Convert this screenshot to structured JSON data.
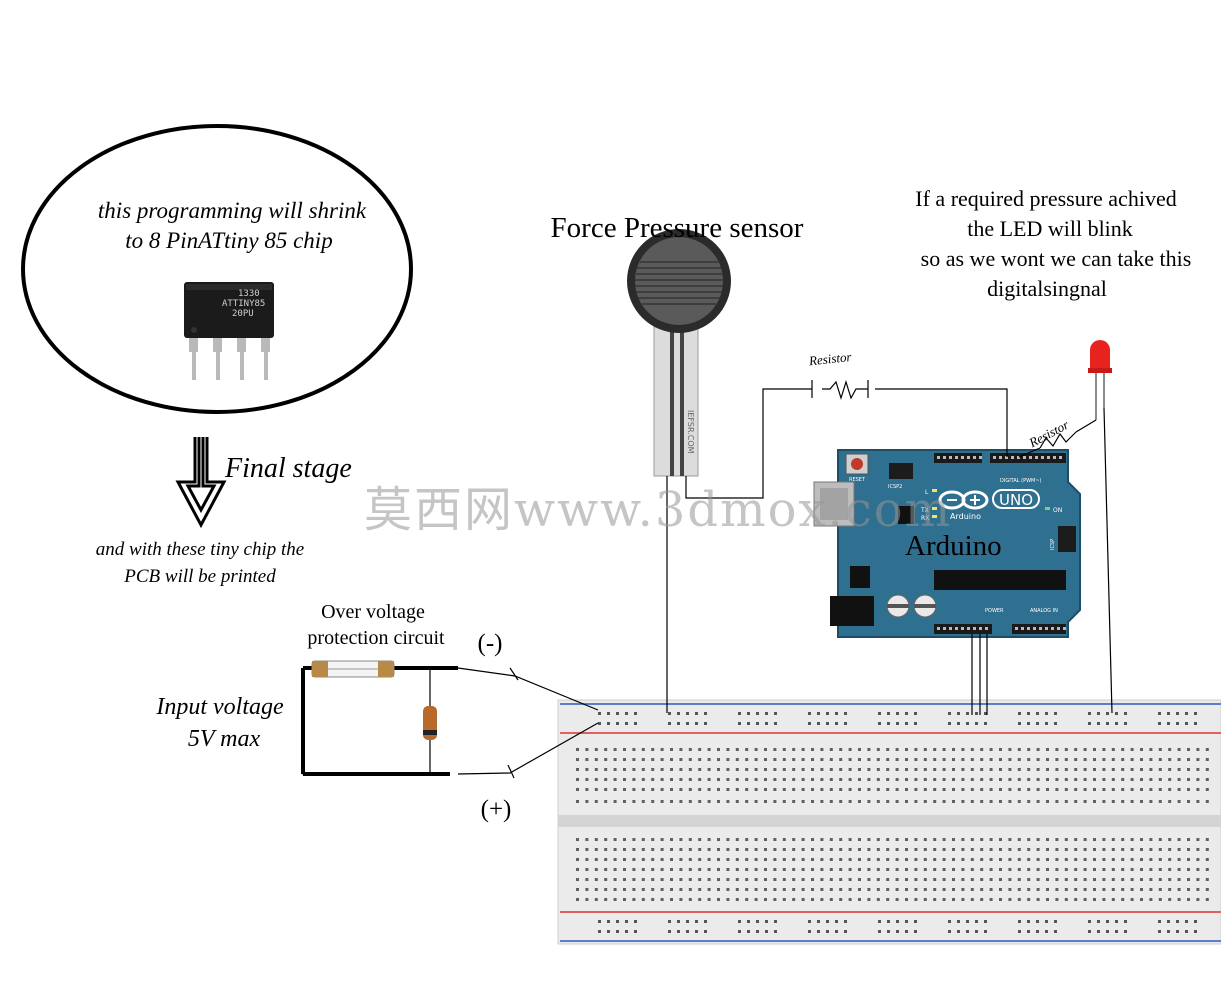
{
  "ellipse_note": {
    "line1": "this programming will shrink",
    "line2": "to 8 PinATtiny 85 chip"
  },
  "chip": {
    "line1": "1330",
    "line2": "ATTINY85",
    "line3": "20PU"
  },
  "final_stage": "Final stage",
  "pcb_note": {
    "line1": "and with these tiny chip the",
    "line2": "PCB will be printed"
  },
  "sensor_title": "Force Pressure sensor",
  "sensor_tail_text": "IEFSR.COM",
  "led_note": {
    "line1": "If a required pressure achived",
    "line2": "the LED will blink",
    "line3": "so as we wont we can take this",
    "line4": "digitalsingnal"
  },
  "resistor1_label": "Resistor",
  "resistor2_label": "Resistor",
  "arduino": {
    "name": "Arduino",
    "logo_text": "UNO",
    "sub_logo": "Arduino",
    "reset_label": "RESET",
    "icsp_label": "ICSP2",
    "icsp2_label": "ICSP",
    "digital_label": "DIGITAL (PWM~)",
    "power_label": "POWER",
    "analog_label": "ANALOG IN",
    "led_l": "L",
    "led_tx": "TX",
    "led_rx": "RX",
    "led_on": "ON"
  },
  "ovp": {
    "line1": "Over voltage",
    "line2": "protection circuit"
  },
  "minus_label": "(-)",
  "plus_label": "(+)",
  "input_voltage": {
    "line1": "Input voltage",
    "line2": "5V max"
  },
  "watermark": "莫西网www.3dmox.com",
  "colors": {
    "arduino_board": "#2f6f8f",
    "led_red": "#e8231e",
    "rail_red": "#e06060",
    "rail_blue": "#5a7ec8",
    "breadboard": "#e8e8e8"
  }
}
